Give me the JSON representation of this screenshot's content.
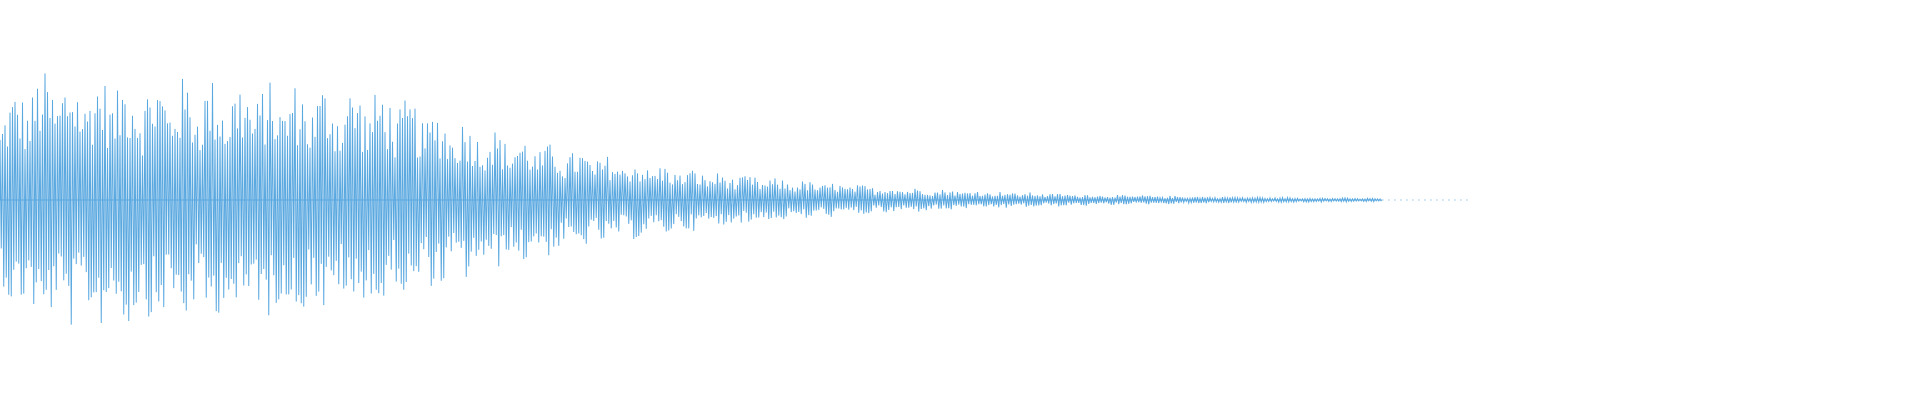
{
  "waveform": {
    "color": "#5aa8e0",
    "background": "#ffffff",
    "envelope": {
      "shape": "exponential-decay",
      "peak_amplitude": 0.75,
      "sustain_fraction_of_duration": 0.2,
      "signal_end_fraction_of_duration": 0.72
    }
  }
}
